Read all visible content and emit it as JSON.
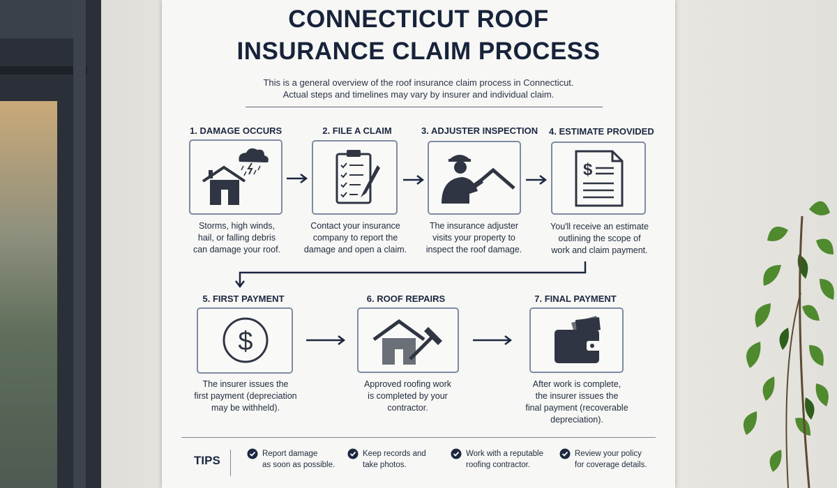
{
  "poster": {
    "title_line1": "Connecticut Roof",
    "title_line2": "Insurance Claim Process",
    "subtitle_line1": "This is a general overview of the roof insurance claim process in Connecticut.",
    "subtitle_line2": "Actual steps and timelines may vary by insurer and individual claim."
  },
  "steps": [
    {
      "title": "1. Damage Occurs",
      "icon": "house-storm-icon",
      "desc": [
        "Storms, high winds,",
        "hail, or falling debris",
        "can damage your roof."
      ]
    },
    {
      "title": "2. File a Claim",
      "icon": "clipboard-checklist-icon",
      "desc": [
        "Contact your insurance",
        "company to report the",
        "damage and open a claim."
      ]
    },
    {
      "title": "3. Adjuster Inspection",
      "icon": "adjuster-roof-icon",
      "desc": [
        "The insurance adjuster",
        "visits your property to",
        "inspect the roof damage."
      ]
    },
    {
      "title": "4. Estimate Provided",
      "icon": "estimate-document-icon",
      "desc": [
        "You'll receive an estimate",
        "outlining the scope of",
        "work and claim payment."
      ]
    },
    {
      "title": "5. First Payment",
      "icon": "dollar-coin-icon",
      "desc": [
        "The insurer issues the",
        "first payment (depreciation",
        "may be withheld)."
      ]
    },
    {
      "title": "6. Roof Repairs",
      "icon": "house-hammer-icon",
      "desc": [
        "Approved roofing work",
        "is completed by your",
        "contractor."
      ]
    },
    {
      "title": "7. Final Payment",
      "icon": "wallet-cash-icon",
      "desc": [
        "After work is complete,",
        "the insurer issues the",
        "final payment (recoverable",
        "depreciation)."
      ]
    }
  ],
  "tips": {
    "label": "TIPS",
    "items": [
      [
        "Report damage",
        "as soon as possible."
      ],
      [
        "Keep records and",
        "take photos."
      ],
      [
        "Work with a reputable",
        "roofing contractor."
      ],
      [
        "Review your policy",
        "for coverage details."
      ]
    ]
  },
  "colors": {
    "navy": "#1c2740",
    "box_border": "#7e8ba3",
    "icon_dark": "#2f3542",
    "poster_bg": "#f7f7f5"
  }
}
